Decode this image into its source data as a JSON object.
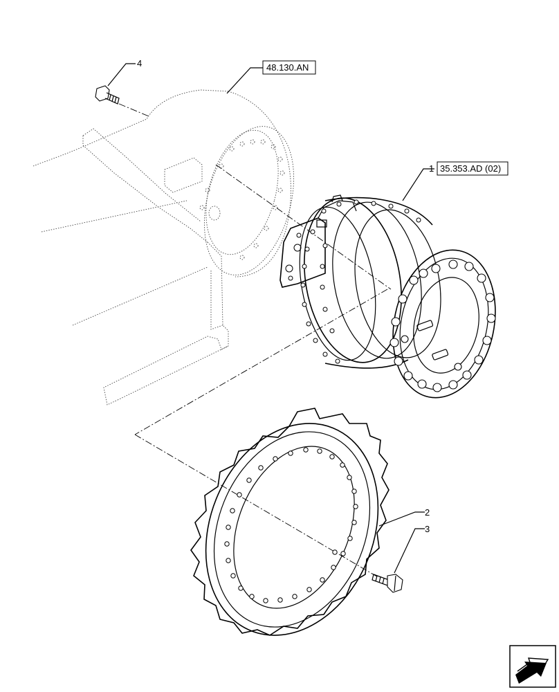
{
  "callouts": [
    {
      "id": "4",
      "text": "4"
    },
    {
      "id": "ref-frame",
      "text": "48.130.AN"
    },
    {
      "id": "1",
      "text": "1"
    },
    {
      "id": "ref-motor",
      "text": "35.353.AD (02)"
    },
    {
      "id": "2",
      "text": "2"
    },
    {
      "id": "3",
      "text": "3"
    }
  ],
  "icons": {
    "nav": "arrow-icon"
  }
}
